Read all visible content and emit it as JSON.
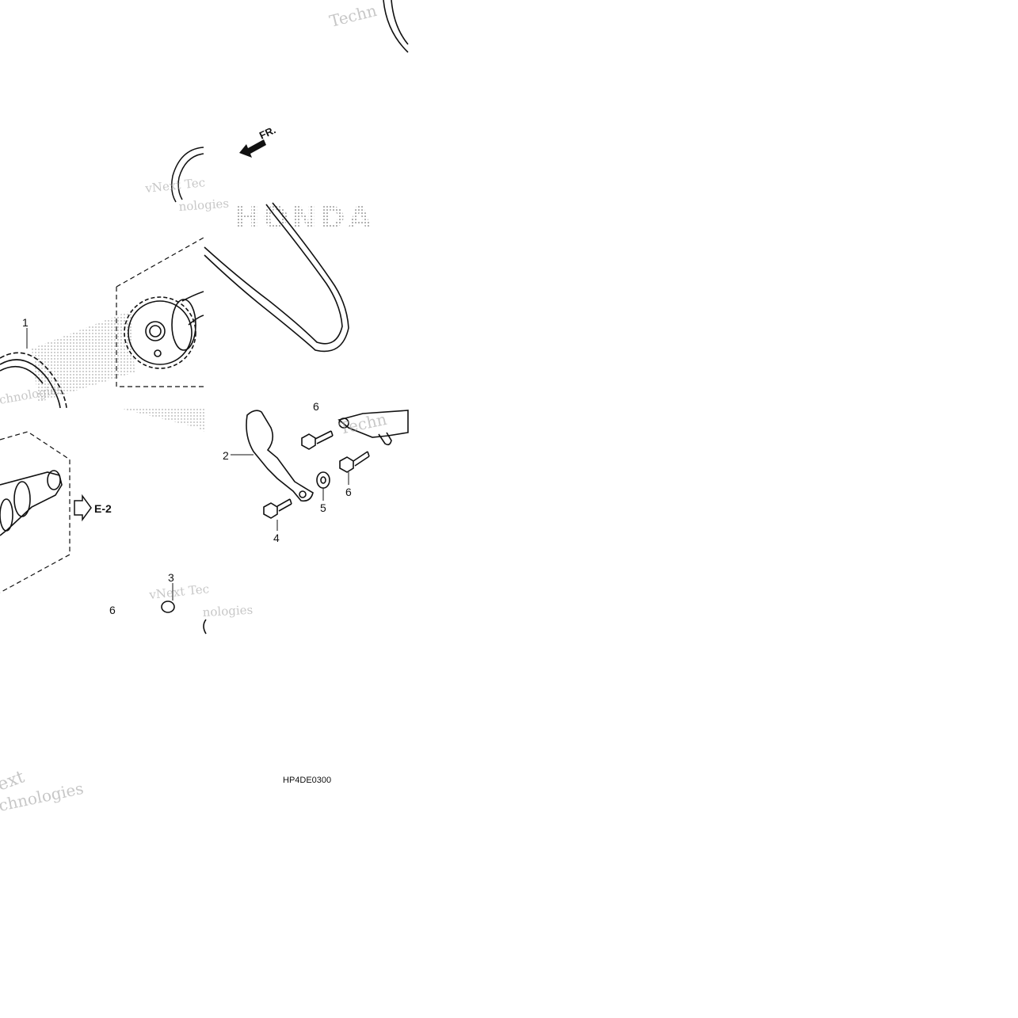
{
  "diagram": {
    "brand_logo": "HONDA",
    "direction_label": "FR.",
    "reference_label": "E-2",
    "drawing_code": "HP4DE0300",
    "callouts": [
      "1",
      "2",
      "3",
      "4",
      "5",
      "6",
      "6",
      "6"
    ],
    "watermarks": [
      "vNext Technologies",
      "Techn",
      "vNext Tec",
      "nologies",
      "ext",
      "chnologies"
    ]
  },
  "colors": {
    "line": "#111111",
    "watermark": "#9a9a9a",
    "background": "#ffffff"
  }
}
